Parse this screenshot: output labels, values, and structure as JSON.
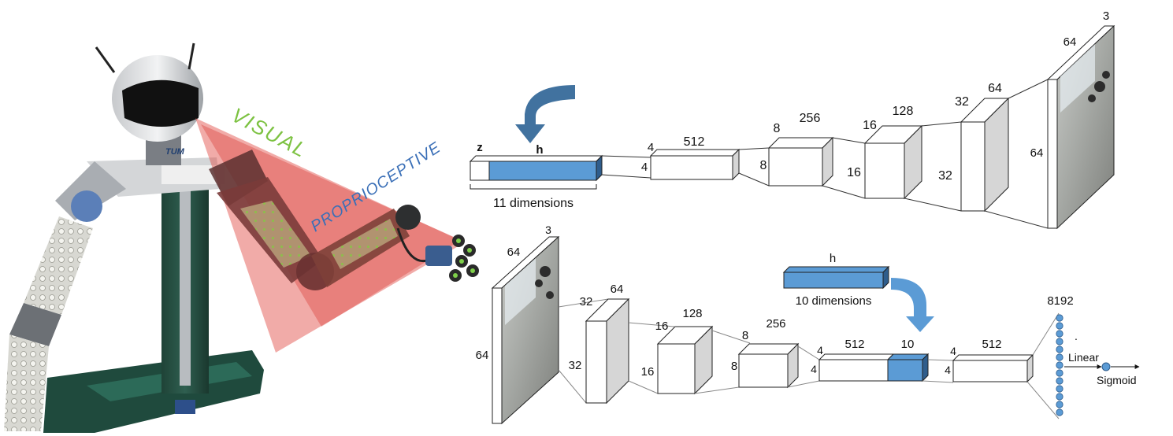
{
  "robot": {
    "visual_label": "VISUAL",
    "proprioceptive_label": "PROPRIOCEPTIVE",
    "badge": "TUM",
    "visual_color": "#7dc242",
    "proprio_color": "#3a6fb7",
    "cone_color": "#e0453f"
  },
  "decoder": {
    "z_label": "z",
    "h_label": "h",
    "latent_caption": "11 dimensions",
    "fc_dims": [
      "4",
      "4",
      "512"
    ],
    "blocks": [
      {
        "side": "8",
        "height": "8",
        "depth": "256"
      },
      {
        "side": "16",
        "height": "16",
        "depth": "128"
      },
      {
        "side": "32",
        "height": "32",
        "depth": "64"
      }
    ],
    "output": {
      "width": "64",
      "height": "64",
      "channels": "3"
    }
  },
  "encoder": {
    "input": {
      "width": "64",
      "height": "64",
      "channels": "3"
    },
    "blocks": [
      {
        "side": "32",
        "height": "32",
        "depth": "64"
      },
      {
        "side": "16",
        "height": "16",
        "depth": "128"
      },
      {
        "side": "8",
        "height": "8",
        "depth": "256"
      }
    ],
    "fc_dims": [
      "4",
      "4",
      "512"
    ],
    "concat_size": "10",
    "h_label": "h",
    "h_caption": "10 dimensions",
    "fc2_dims": [
      "4",
      "4",
      "512"
    ],
    "final_units": "8192",
    "dot_mark": ".",
    "linear_label": "Linear",
    "sigmoid_label": "Sigmoid"
  },
  "colors": {
    "accent_blue": "#5b9bd5",
    "arrow_blue": "#41729f",
    "box_side": "#d6d6d6",
    "neuron_blue": "#5b9bd5"
  }
}
